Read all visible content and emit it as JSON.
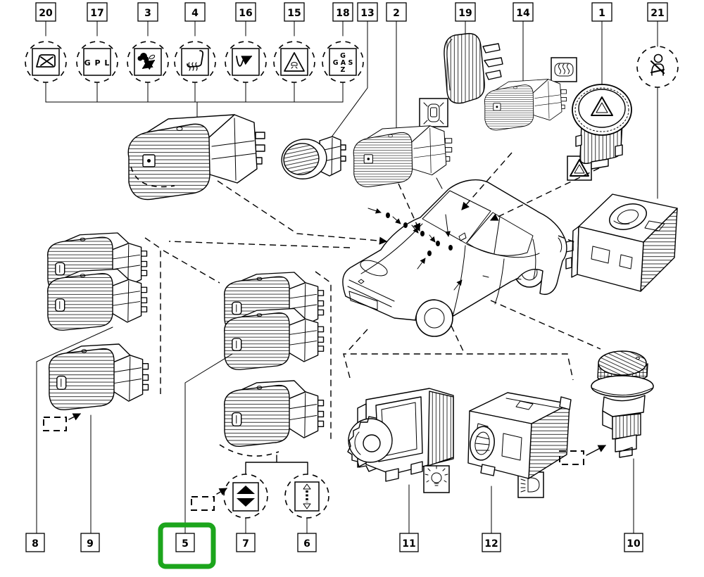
{
  "page": {
    "type": "switch-location-parts-diagram",
    "background": "#ffffff"
  },
  "callouts": {
    "c1": "1",
    "c2": "2",
    "c3": "3",
    "c4": "4",
    "c5": "5",
    "c6": "6",
    "c7": "7",
    "c8": "8",
    "c9": "9",
    "c10": "10",
    "c11": "11",
    "c12": "12",
    "c13": "13",
    "c14": "14",
    "c15": "15",
    "c16": "16",
    "c17": "17",
    "c18": "18",
    "c19": "19",
    "c20": "20",
    "c21": "21"
  },
  "icon_labels": {
    "lpg": "G P L",
    "gas_top": "G",
    "gas_mid": "G A S",
    "gas_bot": "Z"
  },
  "icons": {
    "n20": "window-lock-icon",
    "n17": "lpg-fuel-icon",
    "n3": "pollen-filter-icon",
    "n4": "heated-seat-icon",
    "n16": "signal-wave-icon",
    "n15": "warning-triangle-icon",
    "n18": "gas-fuel-icon",
    "n21": "seatbelt-reminder-icon",
    "n2": "central-locking-icon",
    "n14": "rear-defrost-icon",
    "n1": "hazard-warning-icon",
    "n7": "window-up-down-icon",
    "n6": "window-auto-icon",
    "n11": "panel-light-dimmer-icon",
    "n12": "headlight-leveling-icon"
  },
  "highlight": {
    "color": "#1CA51C",
    "target_callout": "5"
  }
}
